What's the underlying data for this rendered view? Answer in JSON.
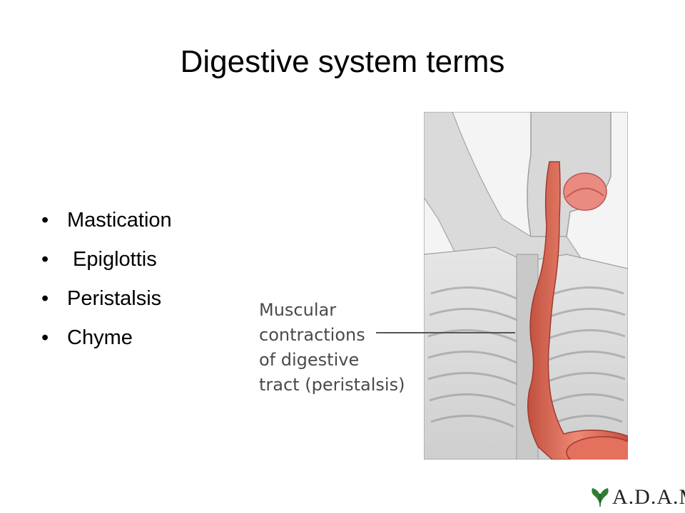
{
  "slide": {
    "title": "Digestive system terms"
  },
  "bullets": [
    {
      "text": "Mastication"
    },
    {
      "text": " Epiglottis"
    },
    {
      "text": "Peristalsis"
    },
    {
      "text": "Chyme"
    }
  ],
  "figure": {
    "callout_lines": [
      "Muscular",
      "contractions",
      "of digestive",
      "tract (peristalsis)"
    ]
  },
  "logo": {
    "text": "A.D.A.M.",
    "icon": "leaf-icon"
  },
  "colors": {
    "tract": "#e2705e",
    "tract_dark": "#b84a3c",
    "body_gray": "#cfcfcf",
    "logo_green": "#2f7d32"
  }
}
